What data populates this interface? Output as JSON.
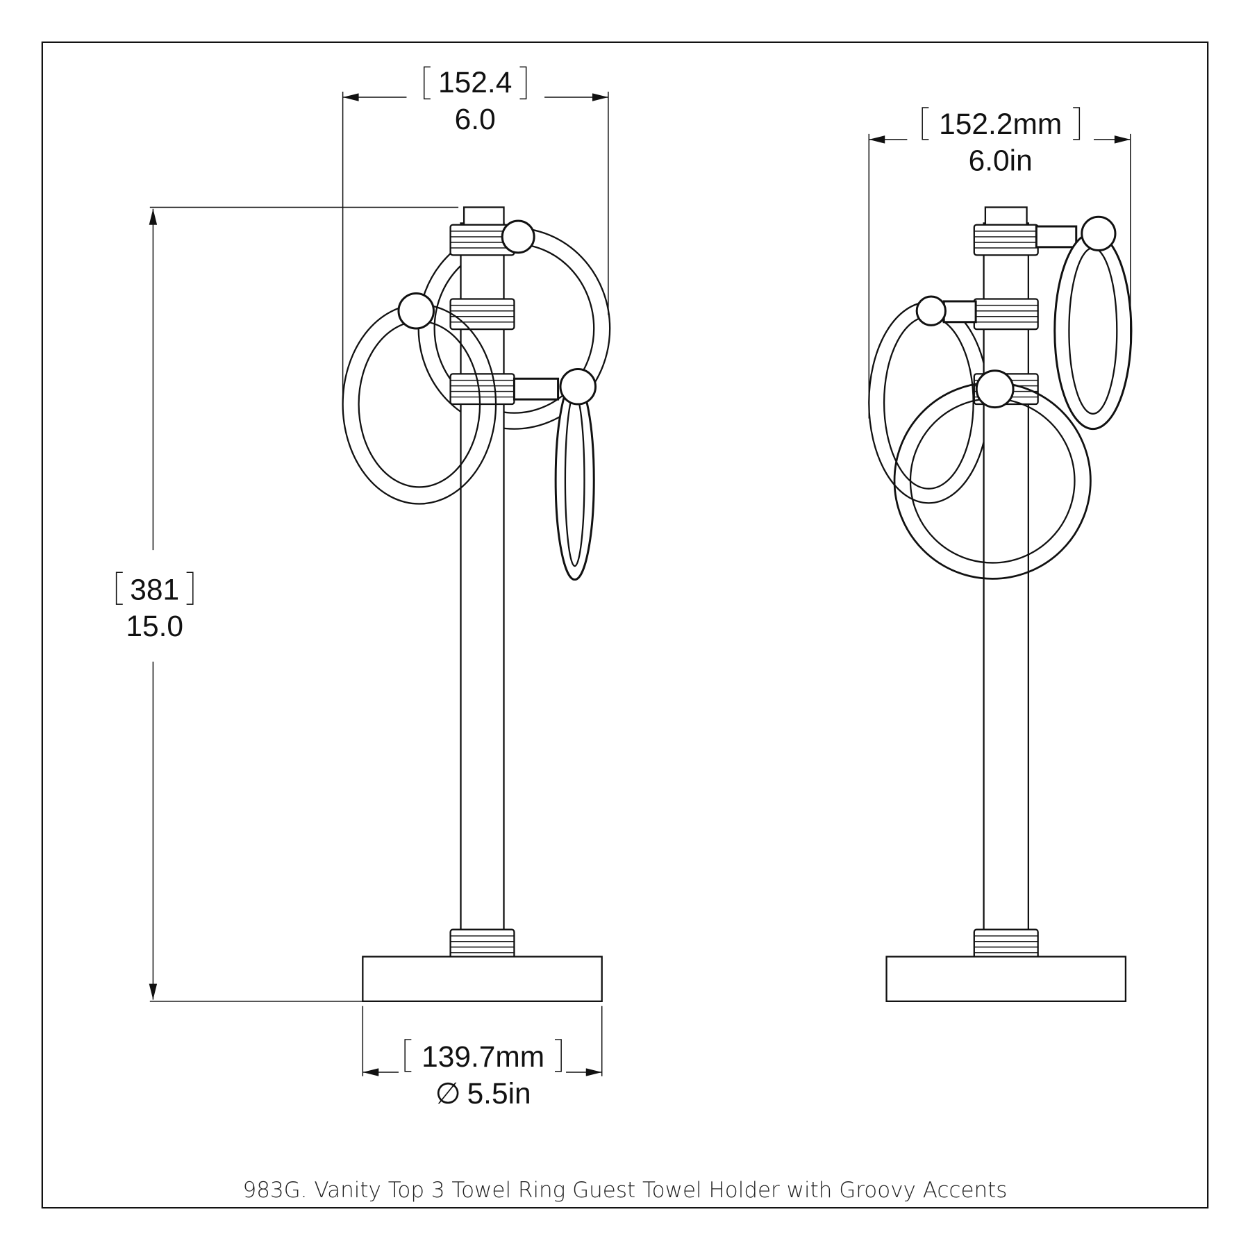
{
  "drawing": {
    "title": "983G. Vanity Top 3 Towel Ring Guest Towel Holder with Groovy Accents",
    "front_view": {
      "width_mm": "152.4",
      "width_in": "6.0",
      "height_mm": "381",
      "height_in": "15.0",
      "base_mm": "139.7mm",
      "base_in": "5.5in",
      "diameter_symbol": "∅"
    },
    "side_view": {
      "width_mm": "152.2mm",
      "width_in": "6.0in"
    }
  }
}
